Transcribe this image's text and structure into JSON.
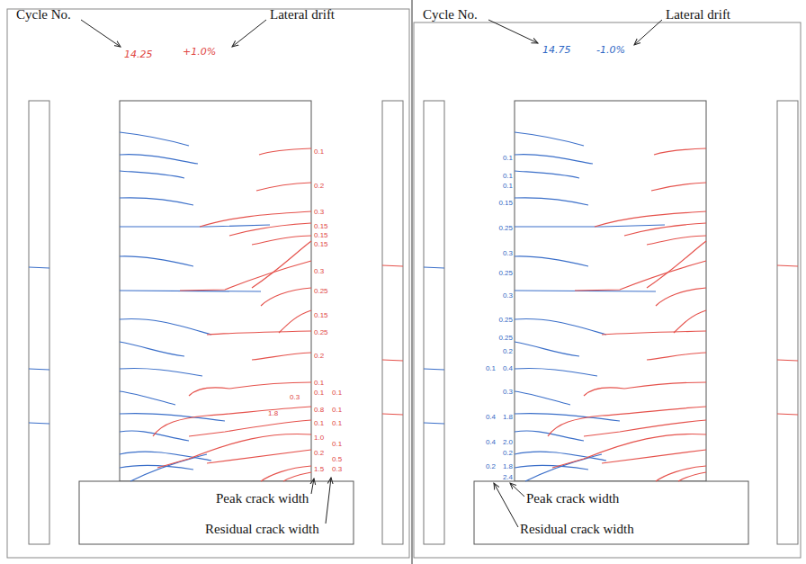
{
  "diagram": {
    "labels": [
      "Cycle No.",
      "Lateral drift",
      "14.25",
      "+1.0%",
      "Cycle No.",
      "Lateral drift",
      "14.75",
      "-1.0%",
      "0.1",
      "0.2",
      "0.3",
      "0.15",
      "0.15",
      "0.15",
      "0.3",
      "0.25",
      "0.15",
      "0.25",
      "0.2",
      "0.1",
      "0.1",
      "0.8",
      "0.1",
      "1.0",
      "0.2",
      "1.5",
      "0.1",
      "0.1",
      "0.1",
      "0.1",
      "0.5",
      "0.3",
      "0.3",
      "1.8",
      "0.1",
      "0.1",
      "0.1",
      "0.15",
      "0.25",
      "0.3",
      "0.25",
      "0.3",
      "0.25",
      "0.25",
      "0.2",
      "0.4",
      "0.3",
      "1.8",
      "2.0",
      "0.2",
      "1.8",
      "2.4",
      "0.1",
      "0.4",
      "0.4",
      "0.2",
      "Peak crack width",
      "Residual crack width",
      "Peak crack width",
      "Residual crack width"
    ]
  }
}
